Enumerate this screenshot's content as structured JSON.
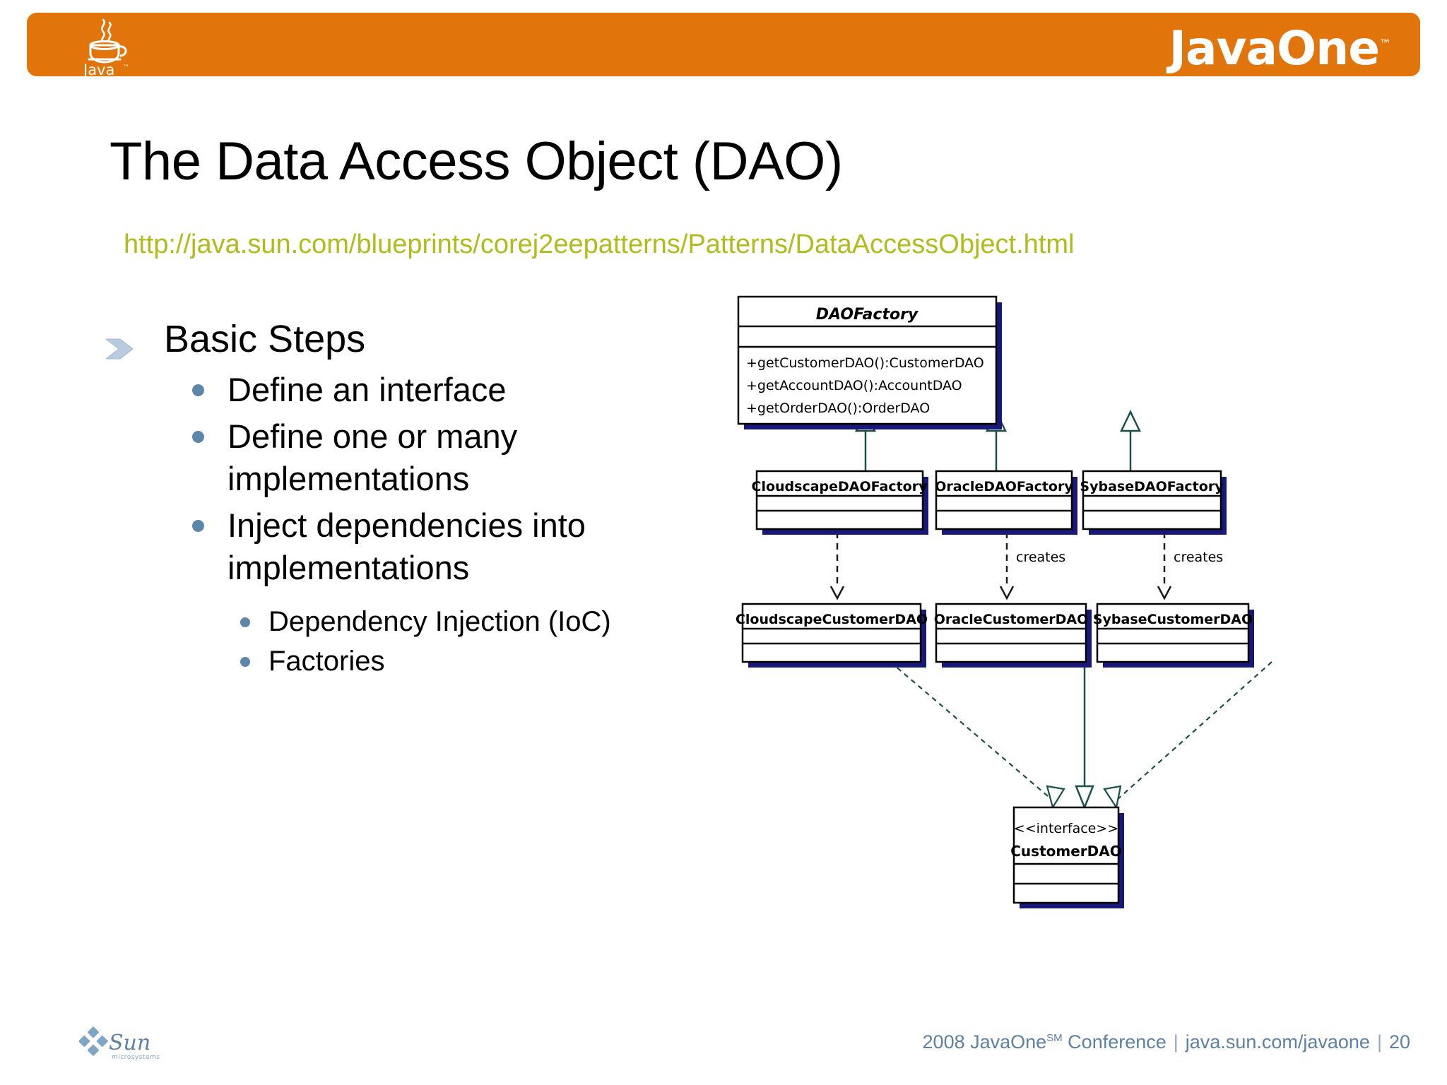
{
  "header": {
    "brand_logo": "java-coffee-cup-logo",
    "brand_label": "Java",
    "conference_logo_text": "JavaOne",
    "conference_logo_tm": "™",
    "bar_color": "#E2740C"
  },
  "slide": {
    "title": "The Data Access Object (DAO)",
    "url": "http://java.sun.com/blueprints/corej2eepatterns/Patterns/DataAccessObject.html",
    "url_color": "#AFBC1B",
    "bullet_color": "#5C87A8"
  },
  "content": {
    "level1": "Basic Steps",
    "level2": [
      "Define an interface",
      "Define one or many implementations",
      "Inject dependencies into implementations"
    ],
    "level3": [
      "Dependency Injection (IoC)",
      "Factories"
    ]
  },
  "diagram": {
    "type": "uml-class-diagram",
    "line_color": "#1A4F4A",
    "shadow_color": "#181878",
    "classes": [
      {
        "id": "daofactory",
        "name": "DAOFactory",
        "stereotype": "",
        "abstract": true,
        "attributes": [],
        "methods": [
          "+getCustomerDAO():CustomerDAO",
          "+getAccountDAO():AccountDAO",
          "+getOrderDAO():OrderDAO"
        ]
      },
      {
        "id": "cloudscapedaofactory",
        "name": "CloudscapeDAOFactory",
        "attributes": [],
        "methods": []
      },
      {
        "id": "oracledaofactory",
        "name": "OracleDAOFactory",
        "attributes": [],
        "methods": []
      },
      {
        "id": "sybasedaofactory",
        "name": "SybaseDAOFactory",
        "attributes": [],
        "methods": []
      },
      {
        "id": "cloudscapecustomerdao",
        "name": "CloudscapeCustomerDAO",
        "attributes": [],
        "methods": []
      },
      {
        "id": "oraclecustomerdao",
        "name": "OracleCustomerDAO",
        "attributes": [],
        "methods": []
      },
      {
        "id": "sybasecustomerdao",
        "name": "SybaseCustomerDAO",
        "attributes": [],
        "methods": []
      },
      {
        "id": "customerdao",
        "name": "CustomerDAO",
        "stereotype": "<<interface>>",
        "attributes": [],
        "methods": []
      }
    ],
    "edge_labels": {
      "creates_oracle": "creates",
      "creates_sybase": "creates"
    }
  },
  "footer": {
    "sun_logo_word": "Sun",
    "sun_logo_sub": "microsystems",
    "conference": "2008 JavaOne",
    "conference_sm": "SM",
    "conference_suffix": " Conference",
    "site": "java.sun.com/javaone",
    "page_number": "20",
    "separator": "|",
    "text_color": "#5E80A4"
  }
}
